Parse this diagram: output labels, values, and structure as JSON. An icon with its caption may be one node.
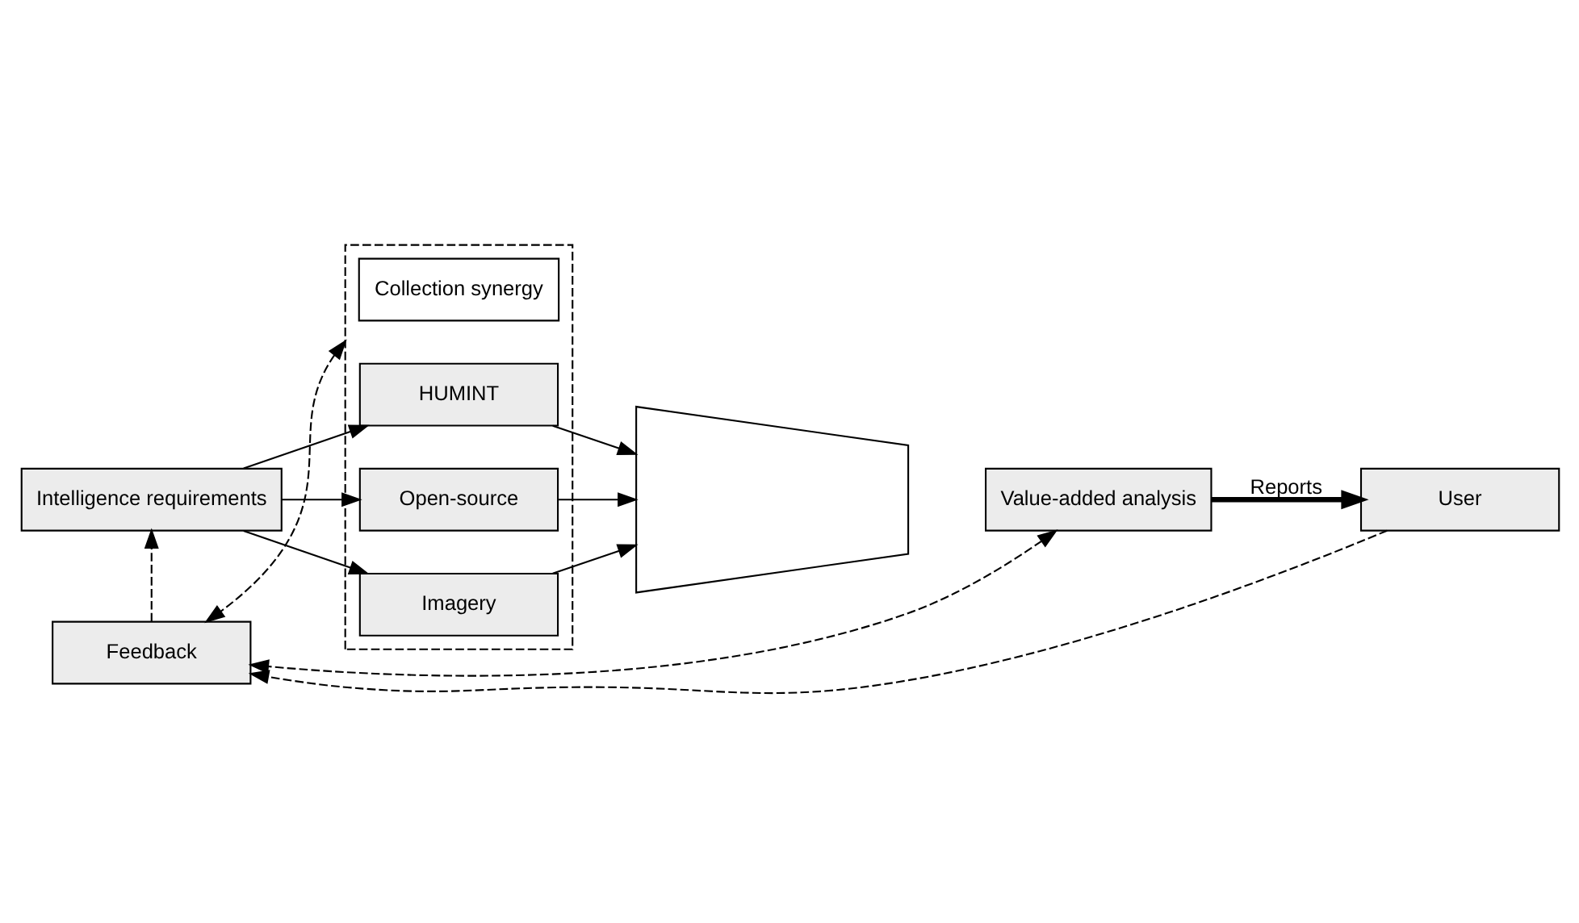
{
  "diagram": {
    "nodes": [
      {
        "text": [
          "Intelligence requirements"
        ]
      },
      {
        "text": [],
        "shape": "box"
      },
      {
        "text": [
          "Collection synergy"
        ],
        "in": 1
      },
      {
        "text": [
          "HUMINT"
        ],
        "in": 1
      },
      {
        "text": [
          "Open-source"
        ],
        "in": 1
      },
      {
        "text": [
          "Imagery"
        ],
        "in": 1
      },
      {
        "text": [],
        "shape": "trapezoid"
      },
      {
        "text": [
          "Value-added analysis"
        ]
      },
      {
        "text": [
          "User"
        ]
      },
      {
        "text": [
          "Feedback"
        ]
      }
    ],
    "edges": [
      {
        "from": 0,
        "to": 3,
        "arrow": "to"
      },
      {
        "from": 0,
        "to": 4,
        "arrow": "to"
      },
      {
        "from": 0,
        "to": 5,
        "arrow": "to"
      },
      {
        "from": 3,
        "to": 6,
        "arrow": "to"
      },
      {
        "from": 4,
        "to": 6,
        "arrow": "to"
      },
      {
        "from": 5,
        "to": 6,
        "arrow": "to"
      },
      {
        "from": 7,
        "to": 8,
        "arrow": "to",
        "label": "Reports",
        "style": "thick"
      },
      {
        "from": 9,
        "to": 0,
        "arrow": "to",
        "style": "dashed"
      },
      {
        "from": 1,
        "to": 9,
        "arrow": "both",
        "style": "dashed"
      },
      {
        "from": 7,
        "to": 9,
        "arrow": "both",
        "style": "dashed"
      },
      {
        "from": 8,
        "to": 9,
        "arrow": "to",
        "style": "dashed"
      }
    ]
  }
}
